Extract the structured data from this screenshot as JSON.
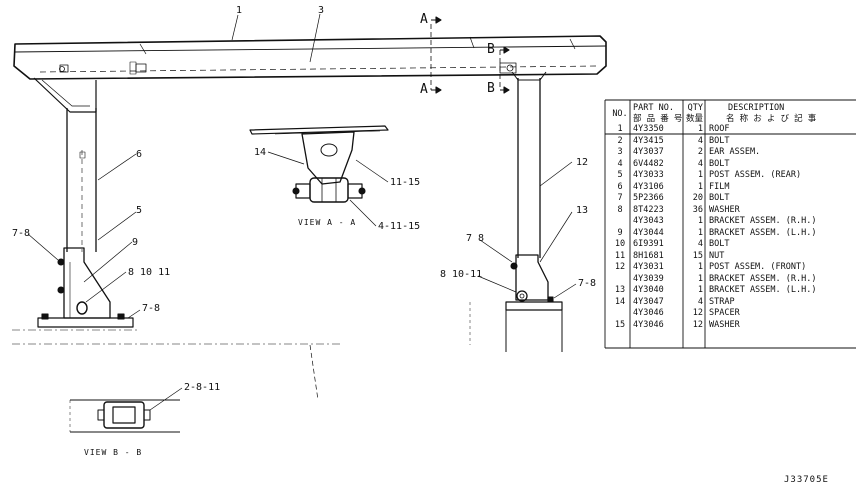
{
  "callouts": {
    "c1": "1",
    "c3": "3",
    "c6": "6",
    "c5": "5",
    "c9": "9",
    "c7_8_left": "7-8",
    "c8_10_11_left": "8 10 11",
    "c7_8_base_left": "7-8",
    "c14": "14",
    "c11_15": "11-15",
    "c4_11_15": "4-11-15",
    "c12": "12",
    "c13": "13",
    "c7_8_right": "7 8",
    "c8_10_11_right": "8 10-11",
    "c7_8_base_right": "7-8",
    "c2_8_11": "2-8-11"
  },
  "sections": {
    "a_top": "A",
    "a_bottom": "A",
    "b_top": "B",
    "b_bottom": "B"
  },
  "views": {
    "view_a": "VIEW  A - A",
    "view_b": "VIEW  B - B"
  },
  "parts_table": {
    "headers": {
      "no": "NO.",
      "part_no": "PART NO.",
      "qty": "QTY",
      "description": "DESCRIPTION",
      "part_no_jp": "部 品 番 号",
      "qty_jp": "数量",
      "description_jp": "名 称 お よ び 記 事"
    },
    "rows": [
      {
        "no": "1",
        "part_no": "4Y3350",
        "qty": "1",
        "description": "ROOF"
      },
      {
        "no": "2",
        "part_no": "4Y3415",
        "qty": "4",
        "description": "BOLT"
      },
      {
        "no": "3",
        "part_no": "4Y3037",
        "qty": "2",
        "description": "EAR ASSEM."
      },
      {
        "no": "4",
        "part_no": "6V4482",
        "qty": "4",
        "description": "BOLT"
      },
      {
        "no": "5",
        "part_no": "4Y3033",
        "qty": "1",
        "description": "POST ASSEM. (REAR)"
      },
      {
        "no": "6",
        "part_no": "4Y3106",
        "qty": "1",
        "description": "FILM"
      },
      {
        "no": "7",
        "part_no": "5P2366",
        "qty": "20",
        "description": "BOLT"
      },
      {
        "no": "8",
        "part_no": "8T4223",
        "qty": "36",
        "description": "WASHER"
      },
      {
        "no": "",
        "part_no": "4Y3043",
        "qty": "1",
        "description": "BRACKET ASSEM. (R.H.)"
      },
      {
        "no": "9",
        "part_no": "4Y3044",
        "qty": "1",
        "description": "BRACKET ASSEM. (L.H.)"
      },
      {
        "no": "10",
        "part_no": "6I9391",
        "qty": "4",
        "description": "BOLT"
      },
      {
        "no": "11",
        "part_no": "8H1681",
        "qty": "15",
        "description": "NUT"
      },
      {
        "no": "12",
        "part_no": "4Y3031",
        "qty": "1",
        "description": "POST ASSEM. (FRONT)"
      },
      {
        "no": "",
        "part_no": "4Y3039",
        "qty": "1",
        "description": "BRACKET ASSEM. (R.H.)"
      },
      {
        "no": "13",
        "part_no": "4Y3040",
        "qty": "1",
        "description": "BRACKET ASSEM. (L.H.)"
      },
      {
        "no": "14",
        "part_no": "4Y3047",
        "qty": "4",
        "description": "STRAP"
      },
      {
        "no": "",
        "part_no": "4Y3046",
        "qty": "12",
        "description": "SPACER"
      },
      {
        "no": "15",
        "part_no": "4Y3046",
        "qty": "12",
        "description": "WASHER"
      }
    ]
  },
  "drawing_number": "J33705E"
}
